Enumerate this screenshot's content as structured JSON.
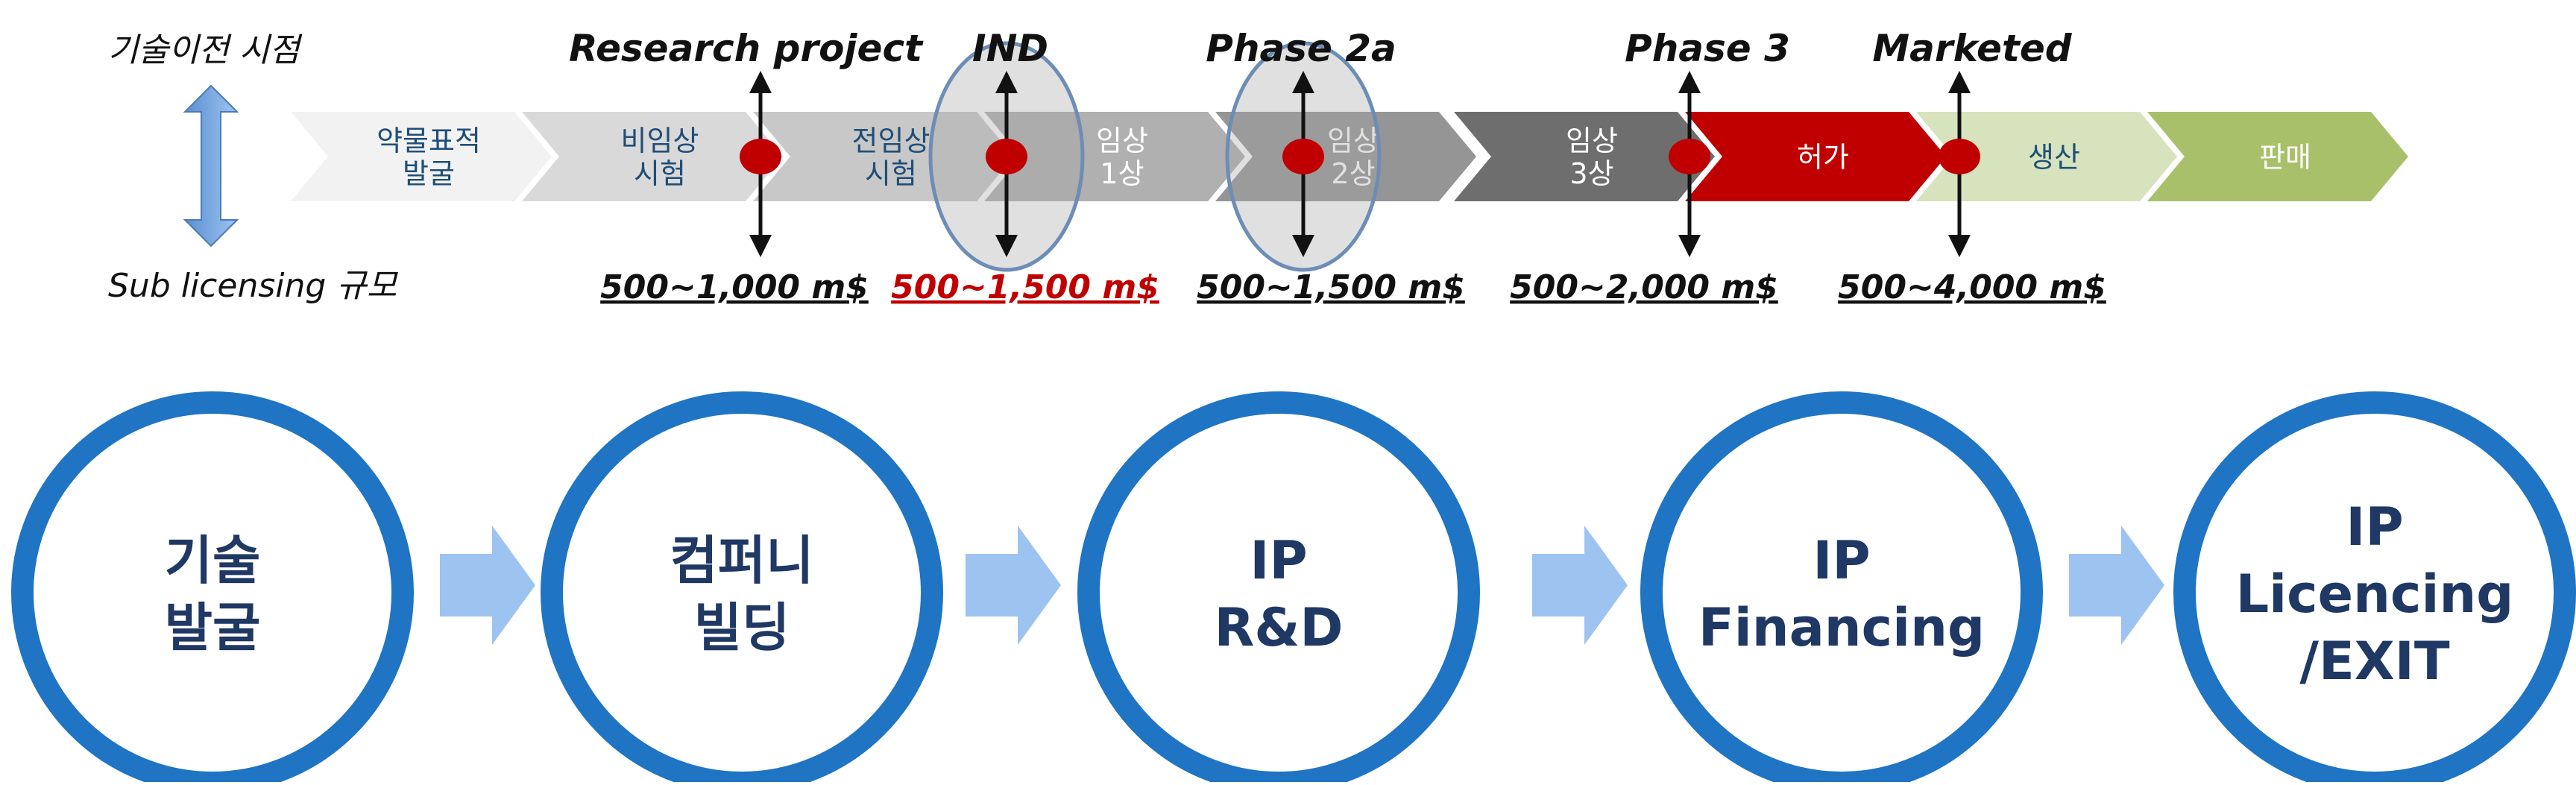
{
  "side_labels": {
    "transfer_timing": "기술이전 시점",
    "sub_licensing_scale": "Sub licensing 규모"
  },
  "stages": [
    {
      "lines": [
        "약물표적",
        "발굴"
      ],
      "fill": "#f2f2f2",
      "text_color": "#1f4e79"
    },
    {
      "lines": [
        "비임상",
        "시험"
      ],
      "fill": "#d9d9d9",
      "text_color": "#1f4e79"
    },
    {
      "lines": [
        "전임상",
        "시험"
      ],
      "fill": "#c8c8c8",
      "text_color": "#1f4e79"
    },
    {
      "lines": [
        "임상",
        "1상"
      ],
      "fill": "#b0b0b0",
      "text_color": "#ffffff"
    },
    {
      "lines": [
        "임상",
        "2상"
      ],
      "fill": "#959595",
      "text_color": "#ffffff"
    },
    {
      "lines": [
        "임상",
        "3상"
      ],
      "fill": "#6e6e6e",
      "text_color": "#ffffff"
    },
    {
      "lines": [
        "허가"
      ],
      "fill": "#c00000",
      "text_color": "#ffffff"
    },
    {
      "lines": [
        "생산"
      ],
      "fill": "#d6e3bc",
      "text_color": "#1f4e79"
    },
    {
      "lines": [
        "판매"
      ],
      "fill": "#a9c06a",
      "text_color": "#ffffff"
    }
  ],
  "milestones": [
    {
      "label": "Research project",
      "value": "500~1,000 m$",
      "value_color": "#111111",
      "highlight": false
    },
    {
      "label": "IND",
      "value": "500~1,500 m$",
      "value_color": "#c00000",
      "highlight": true
    },
    {
      "label": "Phase 2a",
      "value": "500~1,500 m$",
      "value_color": "#111111",
      "highlight": true
    },
    {
      "label": "Phase 3",
      "value": "500~2,000 m$",
      "value_color": "#111111",
      "highlight": false
    },
    {
      "label": "Marketed",
      "value": "500~4,000 m$",
      "value_color": "#111111",
      "highlight": false
    }
  ],
  "process_steps": [
    {
      "lines": [
        "기술",
        "발굴"
      ]
    },
    {
      "lines": [
        "컴퍼니",
        "빌딩"
      ]
    },
    {
      "lines": [
        "IP",
        "R&D"
      ]
    },
    {
      "lines": [
        "IP",
        "Financing"
      ]
    },
    {
      "lines": [
        "IP",
        "Licencing",
        "/EXIT"
      ]
    }
  ],
  "colors": {
    "circle_ring": "#1f74c4",
    "arrow_fill": "#9dc3f0",
    "marker_red": "#c00000",
    "highlight_ellipse": "#6c8db5"
  }
}
